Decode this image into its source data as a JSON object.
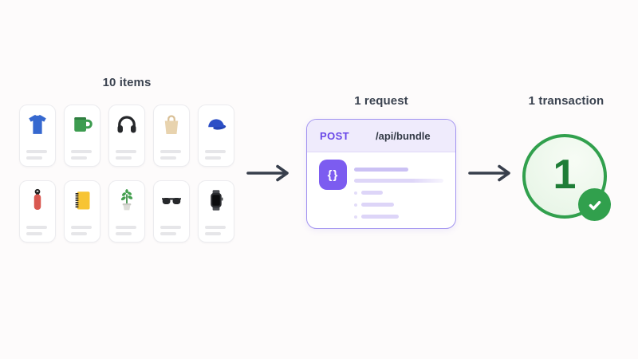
{
  "items": {
    "title": "10 items",
    "products": [
      {
        "name": "t-shirt",
        "color": "#3668cf"
      },
      {
        "name": "mug",
        "color": "#3d9c50"
      },
      {
        "name": "headphones",
        "color": "#26282b"
      },
      {
        "name": "tote-bag",
        "color": "#e8d3ae"
      },
      {
        "name": "cap",
        "color": "#2c4fc6"
      },
      {
        "name": "water-bottle",
        "color": "#d95850"
      },
      {
        "name": "notebook",
        "color": "#f7c434"
      },
      {
        "name": "potted-plant",
        "color": "#44a04f"
      },
      {
        "name": "sunglasses",
        "color": "#26282b"
      },
      {
        "name": "smartwatch",
        "color": "#2a2c30"
      }
    ]
  },
  "request": {
    "title": "1 request",
    "method": "POST",
    "path": "/api/bundle",
    "braces": "{}"
  },
  "transaction": {
    "title": "1 transaction",
    "count": "1"
  },
  "colors": {
    "accent_purple": "#7c5cf0",
    "accent_green": "#31a04d",
    "arrow": "#383f4c",
    "title_text": "#3b4350",
    "background": "#fdfbfb"
  }
}
